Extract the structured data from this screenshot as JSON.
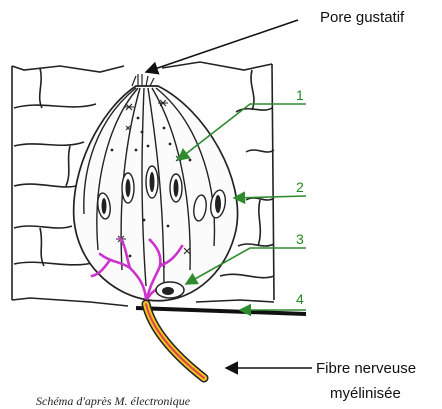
{
  "title_label": "Pore gustatif",
  "fiber_label_line1": "Fibre nerveuse",
  "fiber_label_line2": "myélinisée",
  "caption": "Schéma d'après M. électronique",
  "numbered_labels": [
    "1",
    "2",
    "3",
    "4"
  ],
  "colors": {
    "label_arrow": "#2e8b2e",
    "nerve_branches": "#cc33cc",
    "fiber_outer": "#222222",
    "fiber_inner": "#f0c419",
    "fiber_core": "#e03a5a"
  }
}
